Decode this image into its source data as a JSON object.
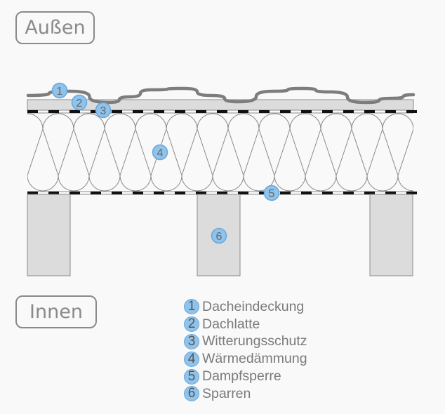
{
  "labels": {
    "outside": "Außen",
    "inside": "Innen"
  },
  "colors": {
    "marker_fill": "#8fc3ec",
    "marker_stroke": "#6aa7d7",
    "roof_cover": "#7d7d7d",
    "batten_fill": "#dcdcdc",
    "rafter_fill": "#dcdcdc",
    "outline": "#8a8a8a",
    "membrane_dash": "#111111",
    "text": "#7a7a7a"
  },
  "markers": [
    {
      "num": "1",
      "layer": "Dacheindeckung"
    },
    {
      "num": "2",
      "layer": "Dachlatte"
    },
    {
      "num": "3",
      "layer": "Witterungsschutz"
    },
    {
      "num": "4",
      "layer": "Wärmedämmung"
    },
    {
      "num": "5",
      "layer": "Dampfsperre"
    },
    {
      "num": "6",
      "layer": "Sparren"
    }
  ],
  "legend": [
    {
      "num": "1",
      "label": "Dacheindeckung"
    },
    {
      "num": "2",
      "label": "Dachlatte"
    },
    {
      "num": "3",
      "label": "Witterungsschutz"
    },
    {
      "num": "4",
      "label": "Wärmedämmung"
    },
    {
      "num": "5",
      "label": "Dampfsperre"
    },
    {
      "num": "6",
      "label": "Sparren"
    }
  ]
}
